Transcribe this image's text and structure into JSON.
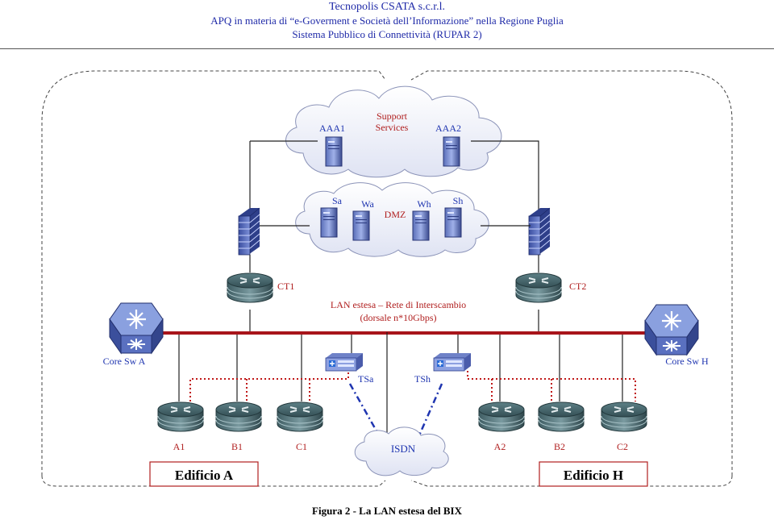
{
  "header": {
    "line1": "Tecnopolis CSATA s.c.r.l.",
    "line2": "APQ in materia di  “e-Goverment e Società dell’Informazione” nella Regione Puglia",
    "line3": "Sistema Pubblico di Connettività (RUPAR 2)"
  },
  "clouds": {
    "support": {
      "title": "Support Services",
      "title_line1": "Support",
      "title_line2": "Services",
      "server_left": "AAA1",
      "server_right": "AAA2"
    },
    "dmz": {
      "label": "DMZ",
      "servers": [
        "Sa",
        "Wa",
        "Wh",
        "Sh"
      ]
    },
    "isdn": {
      "label": "ISDN"
    }
  },
  "core": {
    "ct1": "CT1",
    "ct2": "CT2",
    "lan_line1": "LAN estesa – Rete di Interscambio",
    "lan_line2": "(dorsale n*10Gbps)",
    "core_a": "Core Sw A",
    "core_h": "Core Sw  H"
  },
  "terminal_servers": {
    "left": "TSa",
    "right": "TSh"
  },
  "routers": [
    "A1",
    "B1",
    "C1",
    "A2",
    "B2",
    "C2"
  ],
  "buildings": {
    "left": "Edificio A",
    "right": "Edificio H"
  },
  "caption": "Figura 2 - La LAN estesa del BIX",
  "colors": {
    "header_blue": "#1f2aa8",
    "backbone": "#a8141a",
    "label_red": "#b01e1e",
    "link_blue": "#1f35b0",
    "cloud_fill": "#e8eaf6"
  }
}
